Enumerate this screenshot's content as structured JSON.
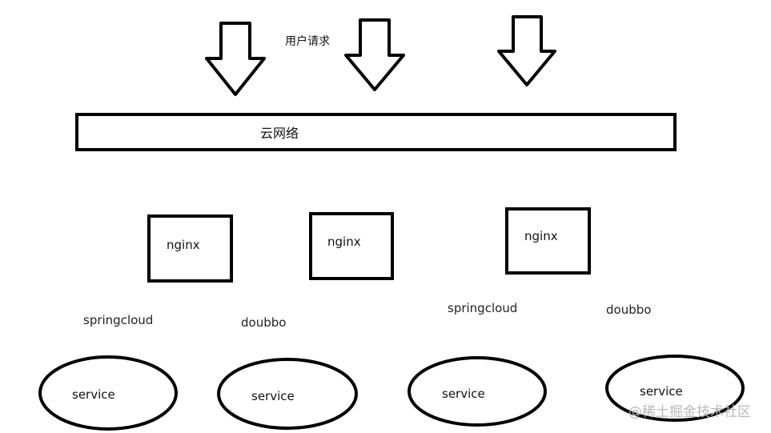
{
  "diagram": {
    "request_label": "用户请求",
    "cloud_network_label": "云网络",
    "nginx_nodes": [
      "nginx",
      "nginx",
      "nginx"
    ],
    "protocol_labels": [
      "springcloud",
      "doubbo",
      "springcloud",
      "doubbo"
    ],
    "service_nodes": [
      "service",
      "service",
      "service",
      "service"
    ],
    "watermark": "@稀土掘金技术社区",
    "colors": {
      "stroke": "#000000",
      "text": "#111111",
      "watermark": "#b8b8b8"
    }
  }
}
